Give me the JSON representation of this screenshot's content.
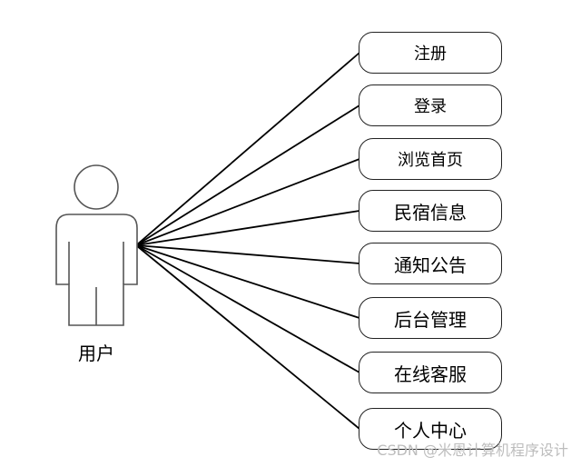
{
  "actor": {
    "label": "用户"
  },
  "use_cases": [
    {
      "label": "注册"
    },
    {
      "label": "登录"
    },
    {
      "label": "浏览首页"
    },
    {
      "label": "民宿信息"
    },
    {
      "label": "通知公告"
    },
    {
      "label": "后台管理"
    },
    {
      "label": "在线客服"
    },
    {
      "label": "个人中心"
    }
  ],
  "watermark": "CSDN @米恩计算机程序设计"
}
